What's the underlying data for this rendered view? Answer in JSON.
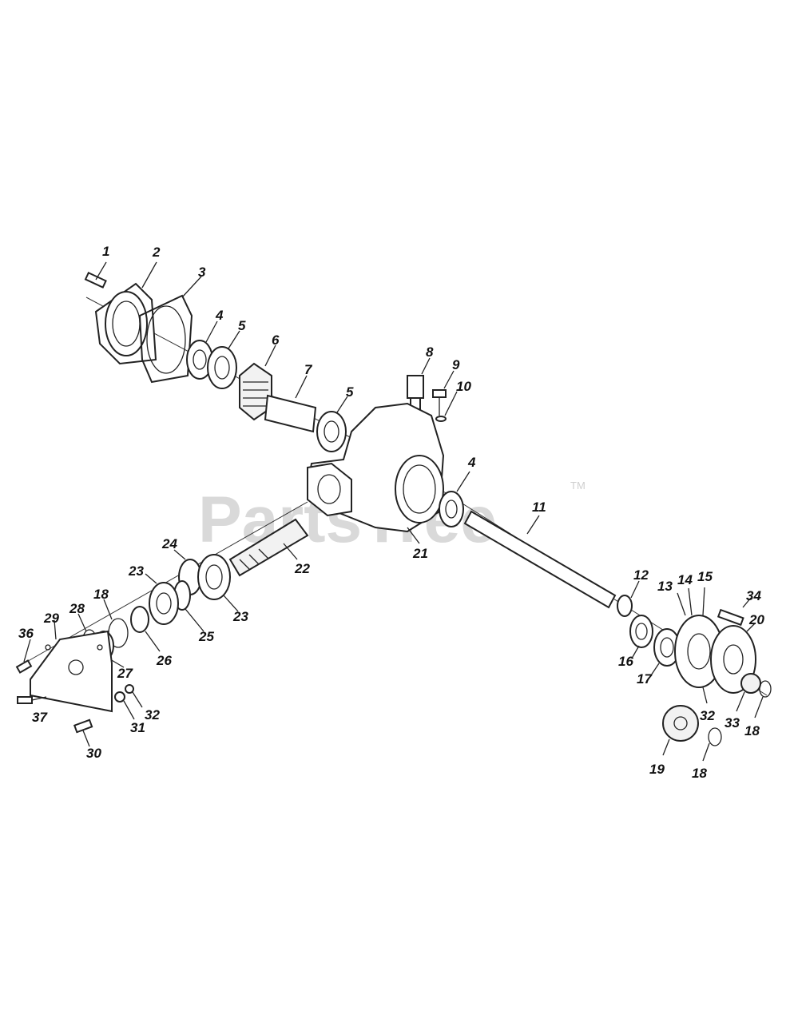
{
  "watermark": {
    "text": "PartsTree",
    "trademark": "TM"
  },
  "callouts": [
    {
      "id": "c1",
      "text": "1"
    },
    {
      "id": "c2",
      "text": "2"
    },
    {
      "id": "c3",
      "text": "3"
    },
    {
      "id": "c4a",
      "text": "4"
    },
    {
      "id": "c5a",
      "text": "5"
    },
    {
      "id": "c6",
      "text": "6"
    },
    {
      "id": "c7",
      "text": "7"
    },
    {
      "id": "c5b",
      "text": "5"
    },
    {
      "id": "c8",
      "text": "8"
    },
    {
      "id": "c9",
      "text": "9"
    },
    {
      "id": "c10",
      "text": "10"
    },
    {
      "id": "c4b",
      "text": "4"
    },
    {
      "id": "c11",
      "text": "11"
    },
    {
      "id": "c21",
      "text": "21"
    },
    {
      "id": "c22",
      "text": "22"
    },
    {
      "id": "c24",
      "text": "24"
    },
    {
      "id": "c23a",
      "text": "23"
    },
    {
      "id": "c23b",
      "text": "23"
    },
    {
      "id": "c25",
      "text": "25"
    },
    {
      "id": "c26",
      "text": "26"
    },
    {
      "id": "c18a",
      "text": "18"
    },
    {
      "id": "c28",
      "text": "28"
    },
    {
      "id": "c29",
      "text": "29"
    },
    {
      "id": "c36",
      "text": "36"
    },
    {
      "id": "c27",
      "text": "27"
    },
    {
      "id": "c32a",
      "text": "32"
    },
    {
      "id": "c31",
      "text": "31"
    },
    {
      "id": "c37",
      "text": "37"
    },
    {
      "id": "c30",
      "text": "30"
    },
    {
      "id": "c12",
      "text": "12"
    },
    {
      "id": "c13",
      "text": "13"
    },
    {
      "id": "c14",
      "text": "14"
    },
    {
      "id": "c15",
      "text": "15"
    },
    {
      "id": "c34",
      "text": "34"
    },
    {
      "id": "c20",
      "text": "20"
    },
    {
      "id": "c16",
      "text": "16"
    },
    {
      "id": "c17",
      "text": "17"
    },
    {
      "id": "c32b",
      "text": "32"
    },
    {
      "id": "c33",
      "text": "33"
    },
    {
      "id": "c18b",
      "text": "18"
    },
    {
      "id": "c19",
      "text": "19"
    },
    {
      "id": "c18c",
      "text": "18"
    }
  ]
}
